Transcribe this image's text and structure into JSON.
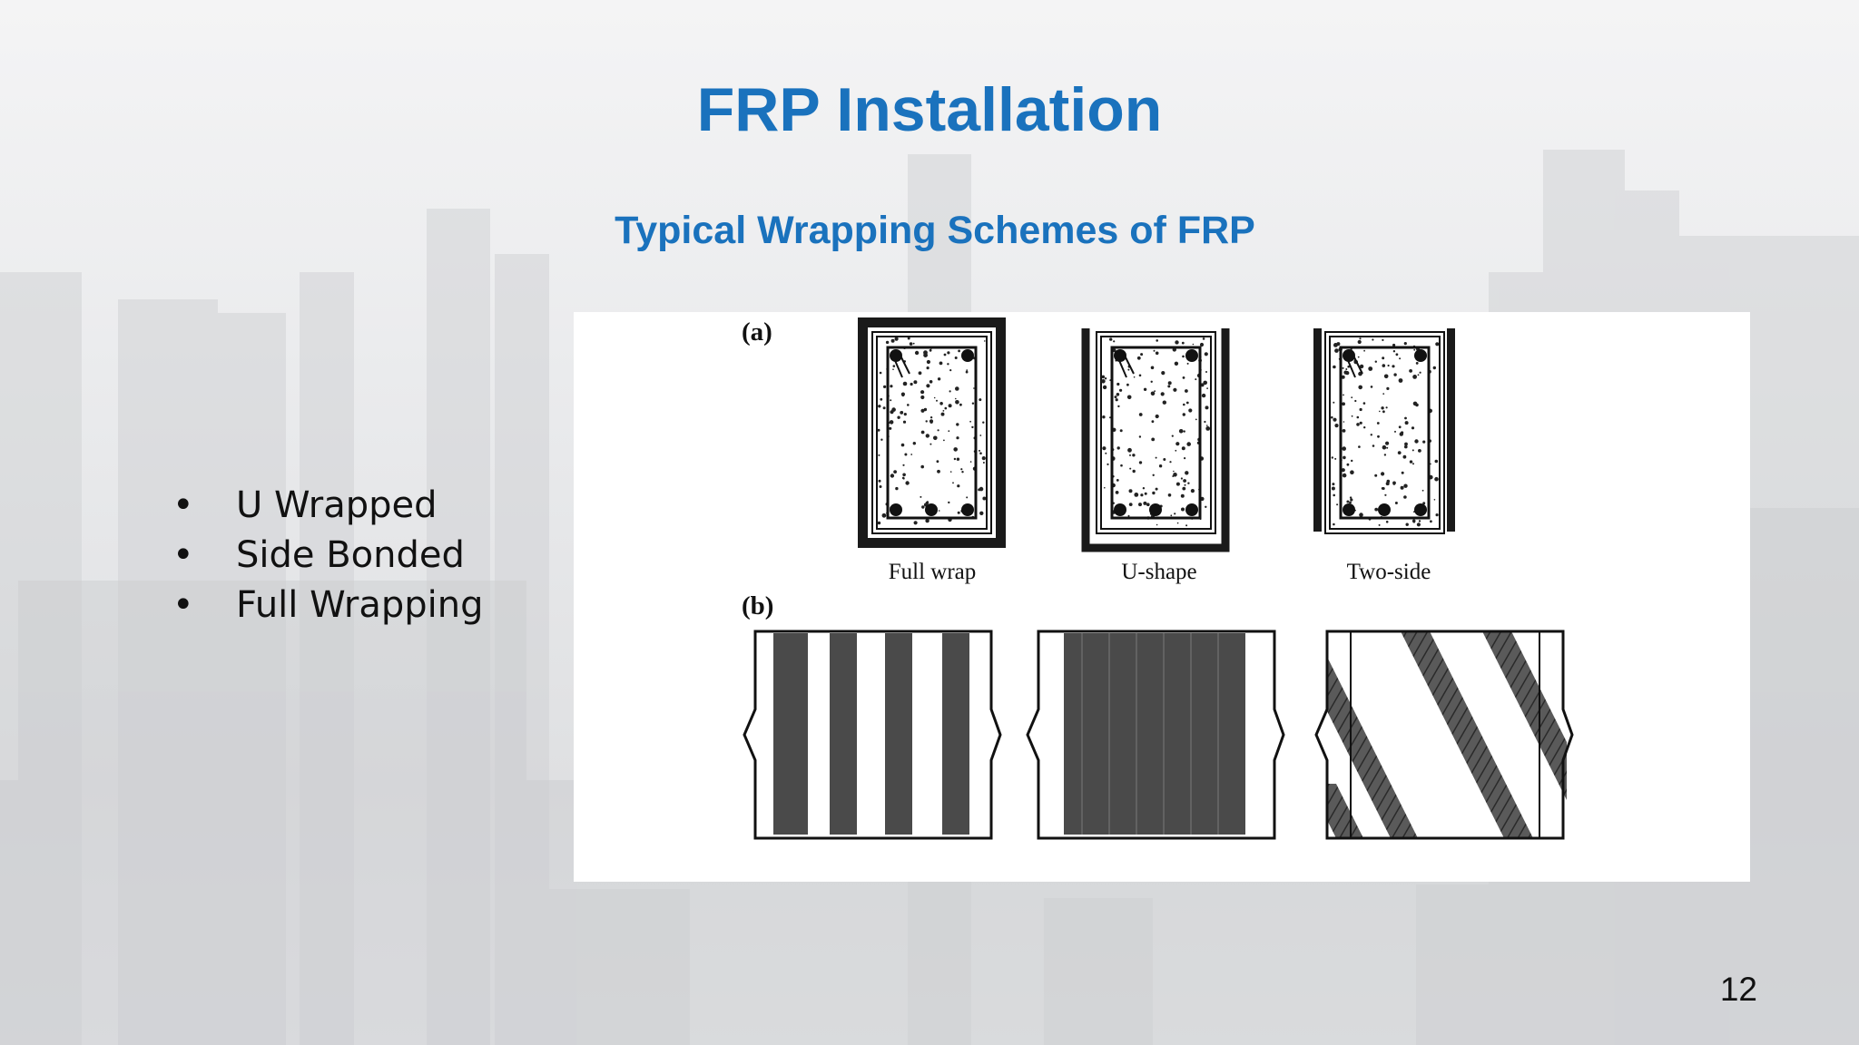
{
  "slide": {
    "title": "FRP Installation",
    "subtitle": "Typical Wrapping Schemes of FRP",
    "bullets": [
      {
        "marker": "•",
        "text": "U Wrapped"
      },
      {
        "marker": "•",
        "text": "Side Bonded"
      },
      {
        "marker": "•",
        "text": "Full Wrapping"
      }
    ],
    "page_number": "12"
  },
  "figure": {
    "panel_a_label": "(a)",
    "panel_b_label": "(b)",
    "cross_section_captions": [
      "Full wrap",
      "U-shape",
      "Two-side"
    ]
  },
  "colors": {
    "title": "#1a72bd",
    "subtitle": "#1a72bd",
    "figure_background": "#ffffff",
    "frp_dark": "#4a4a4a"
  }
}
